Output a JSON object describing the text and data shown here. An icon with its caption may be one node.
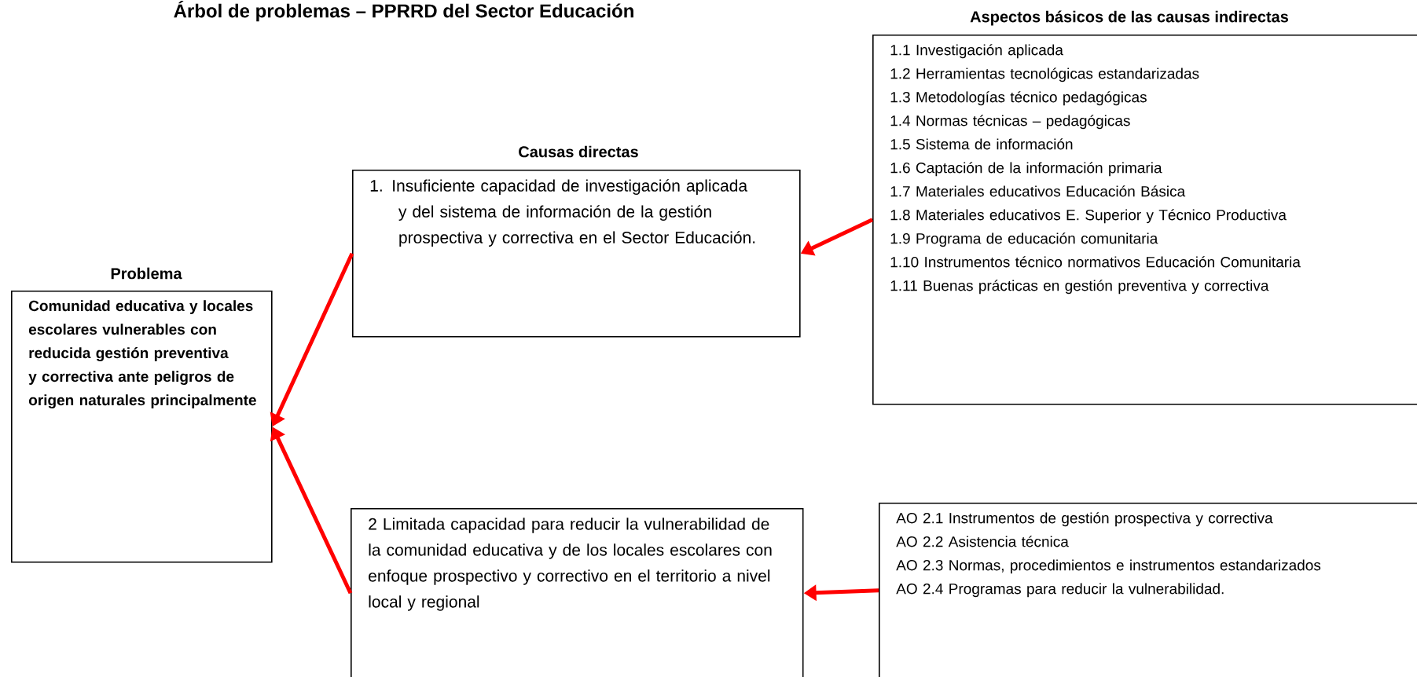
{
  "diagram": {
    "title": "Árbol de problemas – PPRRD del Sector Educación",
    "nodes": [
      {
        "text": [
          "Problema",
          "Comunidad educativa y locales escolares vulnerables con reducida gestión preventiva y correctiva ante peligros de origen naturales principalmente"
        ]
      },
      {
        "text": [
          "Causas directas",
          "1. Insuficiente capacidad de investigación aplicada y del sistema de información de la gestión prospectiva y correctiva en el Sector Educación."
        ]
      },
      {
        "text": [
          "Aspectos básicos de las causas indirectas",
          "1.1 Investigación aplicada",
          "1.2 Herramientas tecnológicas estandarizadas",
          "1.3 Metodologías técnico pedagógicas",
          "1.4 Normas técnicas – pedagógicas",
          "1.5 Sistema de información",
          "1.6 Captación de la información primaria",
          "1.7 Materiales educativos Educación Básica",
          "1.8 Materiales educativos E. Superior y Técnico Productiva",
          "1.9 Programa de educación comunitaria",
          "1.10 Instrumentos técnico normativos Educación Comunitaria",
          "1.11 Buenas prácticas en gestión preventiva y correctiva"
        ]
      },
      {
        "text": [
          "2 Limitada capacidad para reducir la vulnerabilidad de la comunidad educativa y de los locales escolares con enfoque prospectivo y correctivo en el territorio a nivel local y regional"
        ]
      },
      {
        "text": [
          "AO 2.1 Instrumentos de gestión prospectiva y correctiva",
          "AO 2.2 Asistencia técnica",
          "AO 2.3 Normas, procedimientos e instrumentos estandarizados",
          "AO 2.4 Programas para reducir la vulnerabilidad."
        ]
      }
    ],
    "edges": [
      {
        "from": 2,
        "to": 1,
        "arrow": "to"
      },
      {
        "from": 4,
        "to": 3,
        "arrow": "to"
      },
      {
        "from": 1,
        "to": 0,
        "arrow": "to"
      },
      {
        "from": 3,
        "to": 0,
        "arrow": "to"
      }
    ]
  }
}
